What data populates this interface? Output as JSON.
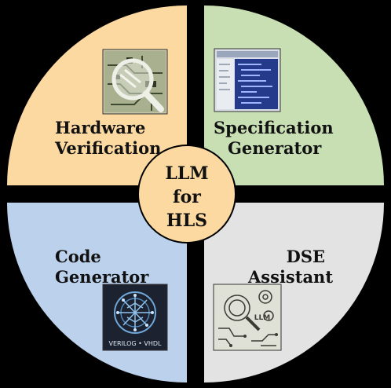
{
  "center": {
    "line1": "LLM",
    "line2": "for",
    "line3": "HLS"
  },
  "quadrants": {
    "top_left": {
      "line1": "Hardware",
      "line2": "Verification",
      "color": "#fcd9a0",
      "icon": "magnifier-circuit-icon"
    },
    "top_right": {
      "line1": "Specification",
      "line2": "Generator",
      "color": "#c8dfb4",
      "icon": "code-editor-icon"
    },
    "bottom_left": {
      "line1": "Code",
      "line2": "Generator",
      "color": "#bcd2ec",
      "icon": "circuit-brain-icon"
    },
    "bottom_right": {
      "line1": "DSE",
      "line2": "Assistant",
      "color": "#e3e3e3",
      "icon": "llm-gear-magnifier-icon"
    }
  },
  "icon_text": {
    "code_generator": "VERILOG • VHDL",
    "dse_assistant": "LLM"
  },
  "colors": {
    "center_fill": "#fbd9a0",
    "divider": "#000000",
    "outline": "#000000"
  }
}
